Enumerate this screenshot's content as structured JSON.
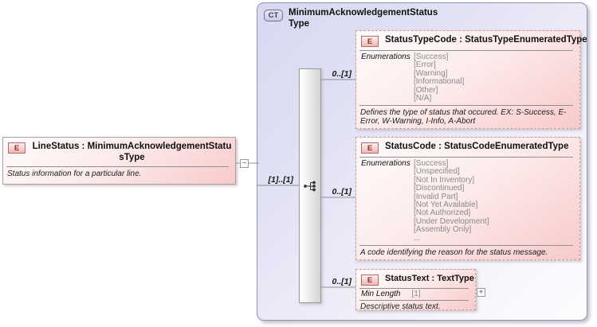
{
  "root_element": {
    "icon": "E",
    "title": "LineStatus : MinimumAcknowledgementStatusType",
    "annotation": "Status information for a particular line.",
    "collapse_glyph": "−"
  },
  "complex_type": {
    "icon": "CT",
    "title": "MinimumAcknowledgementStatusType",
    "cardinality_to_children": "[1]..[1]"
  },
  "children": [
    {
      "icon": "E",
      "title": "StatusTypeCode : StatusTypeEnumeratedType",
      "cardinality": "0..[1]",
      "facet_label": "Enumerations",
      "enums": [
        "[Success]",
        "[Error]",
        "[Warning]",
        "[Informational]",
        "[Other]",
        "[N/A]"
      ],
      "annotation": "Defines the type of status that occured. EX: S-Success, E-Error, W-Warning, I-Info, A-Abort"
    },
    {
      "icon": "E",
      "title": "StatusCode : StatusCodeEnumeratedType",
      "cardinality": "0..[1]",
      "facet_label": "Enumerations",
      "enums": [
        "[Success]",
        "[Unspecified]",
        "[Not In Inventory]",
        "[Discontinued]",
        "[Invalid Part]",
        "[Not Yet Available]",
        "[Not Authorized]",
        "[Under Development]",
        "[Assembly Only]",
        "..."
      ],
      "annotation": "A code identifying the reason for the status message."
    },
    {
      "icon": "E",
      "title": "StatusText : TextType",
      "cardinality": "0..[1]",
      "facet_label": "Min Length",
      "facet_value": "[1]",
      "annotation": "Descriptive status text.",
      "expand_glyph": "+"
    }
  ]
}
